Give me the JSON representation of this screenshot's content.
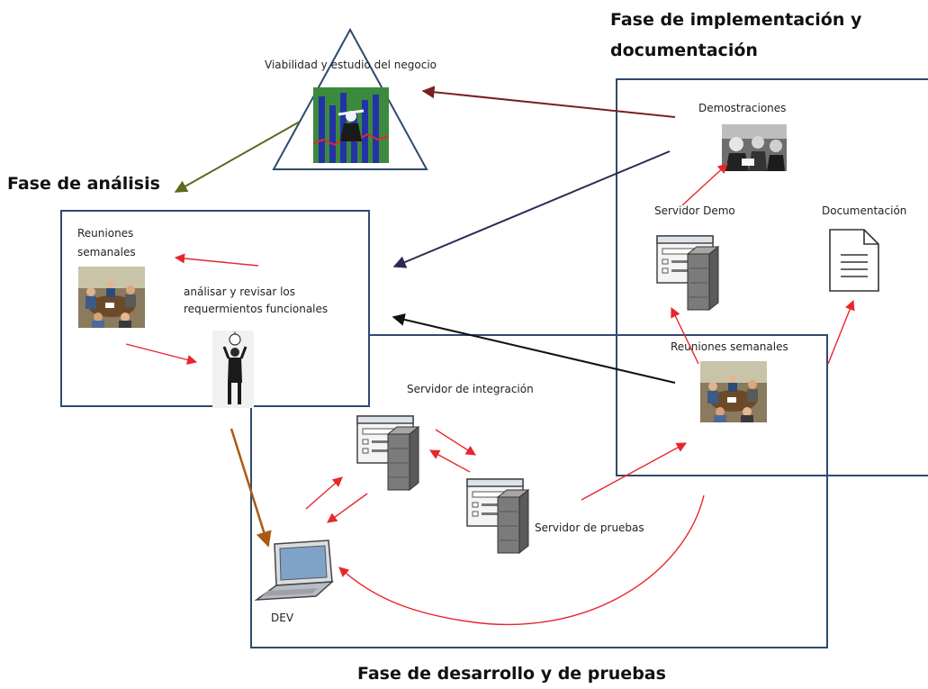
{
  "phases": {
    "implementation_line1": "Fase de implementación y",
    "implementation_line2": "documentación",
    "analysis": "Fase de análisis",
    "development": "Fase de desarrollo y de pruebas"
  },
  "labels": {
    "viability": "Viabilidad y estudio del negocio",
    "weekly_meetings_line1": "Reuniones",
    "weekly_meetings_line2": "semanales",
    "analyze_line1": "análisar y revisar los",
    "analyze_line2": "requermientos funcionales",
    "demos": "Demostraciones",
    "demo_server": "Servidor Demo",
    "documentation": "Documentación",
    "weekly_meetings_impl": "Reuniones semanales",
    "integration_server": "Servidor de integración",
    "test_server": "Servidor de pruebas",
    "dev": "DEV"
  },
  "colors": {
    "box_border": "#2e4a6e",
    "red_arrow": "#e8262c",
    "dark_red_arrow": "#7a2020",
    "navy_arrow": "#2a2a55",
    "olive_arrow": "#5a6a1e",
    "brown_arrow": "#a85a12"
  }
}
